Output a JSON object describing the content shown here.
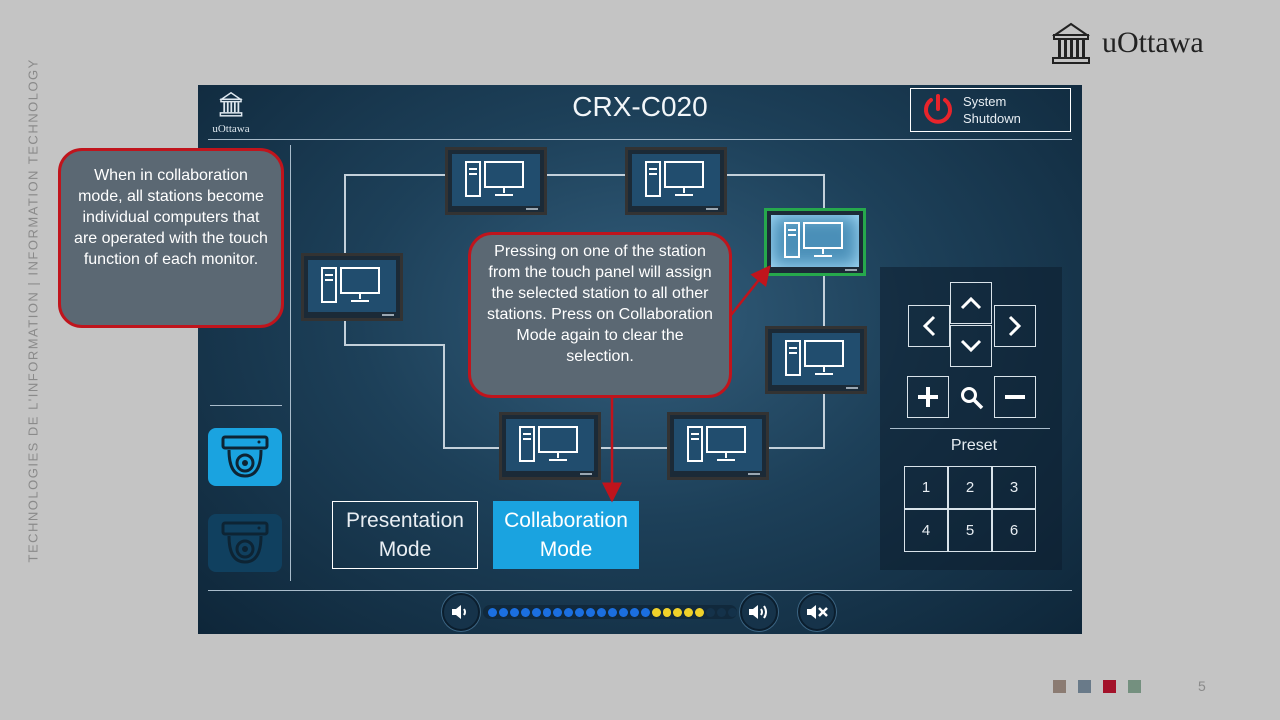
{
  "slide": {
    "side_text": "TECHNOLOGIES DE L'INFORMATION  |  INFORMATION TECHNOLOGY",
    "logo_text": "uOttawa",
    "page_number": "5",
    "swatch_colors": [
      "#8b7b72",
      "#697a89",
      "#a3122a",
      "#74907f"
    ]
  },
  "panel": {
    "logo_text": "uOttawa",
    "room_title": "CRX-C020",
    "shutdown_label": "System\nShutdown",
    "cameras": [
      {
        "name": "camera-1",
        "active": true
      },
      {
        "name": "camera-2",
        "active": false
      }
    ],
    "stations": [
      {
        "id": "top-1",
        "selected": false
      },
      {
        "id": "top-2",
        "selected": false
      },
      {
        "id": "right-1",
        "selected": true
      },
      {
        "id": "left",
        "selected": false
      },
      {
        "id": "right-2",
        "selected": false
      },
      {
        "id": "bottom-1",
        "selected": false
      },
      {
        "id": "bottom-2",
        "selected": false
      }
    ],
    "modes": {
      "presentation": "Presentation\nMode",
      "collaboration": "Collaboration\nMode",
      "active": "collaboration"
    },
    "camera_control": {
      "preset_label": "Preset",
      "presets": [
        "1",
        "2",
        "3",
        "4",
        "5",
        "6"
      ]
    },
    "volume": {
      "level_blue": 15,
      "level_yellow": 5,
      "total": 23,
      "colors": {
        "blue": "#1b6fe0",
        "yellow": "#f0d12a",
        "empty": "#14324a"
      }
    }
  },
  "callouts": {
    "left": "When in collaboration mode, all stations become individual computers that are operated with the touch function of each monitor.",
    "center": "Pressing on one of the station from the touch panel will assign the selected station to all other stations. Press on Collaboration Mode again to clear the selection."
  },
  "colors": {
    "accent": "#1aa3e0",
    "callout_border": "#c0141c",
    "selected_station": "#26a84c"
  }
}
